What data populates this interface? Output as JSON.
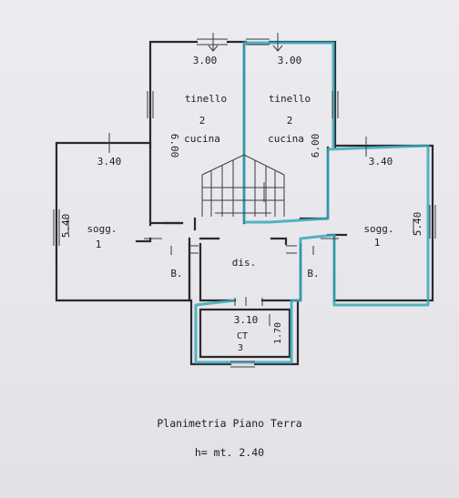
{
  "rooms": {
    "tinello_left": {
      "line1": "tinello",
      "line2": "2",
      "line3": "cucina",
      "dim_top": "3.00",
      "dim_side": "6.00"
    },
    "tinello_right": {
      "line1": "tinello",
      "line2": "2",
      "line3": "cucina",
      "dim_top": "3.00",
      "dim_side": "6.00"
    },
    "sogg_left": {
      "name": "sogg.",
      "num": "1",
      "dim_top": "3.40",
      "dim_side": "5.40"
    },
    "sogg_right": {
      "name": "sogg.",
      "num": "1",
      "dim_top": "3.40",
      "dim_side": "5.40"
    },
    "dis": {
      "name": "dis."
    },
    "bath_left": {
      "name": "B."
    },
    "bath_right": {
      "name": "B."
    },
    "ct": {
      "name": "CT",
      "num": "3",
      "dim_top": "3.10",
      "dim_side": "1.70"
    }
  },
  "caption": {
    "title": "Planimetria Piano Terra",
    "height": "h= mt. 2.40"
  },
  "colors": {
    "highlight": "#3aa8b8",
    "ink": "#2a2a2e"
  }
}
